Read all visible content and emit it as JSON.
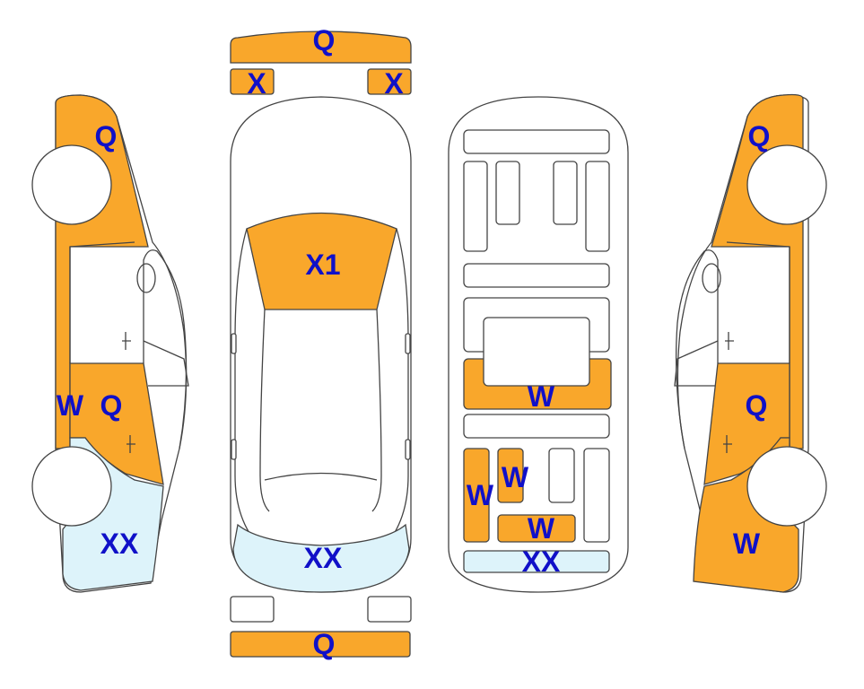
{
  "colors": {
    "damage": "#F9A72B",
    "glass_tint": "#DDF3FA",
    "outline": "#444444",
    "label": "#1010C8"
  },
  "labels": {
    "front_bumper": "Q",
    "left_headlight": "X",
    "right_headlight": "X",
    "windshield": "X1",
    "rear_window": "XX",
    "rear_bumper": "Q",
    "left_front_fender": "Q",
    "left_side_marker": "W",
    "left_rear_door": "Q",
    "left_rear_quarter": "XX",
    "right_front_fender": "Q",
    "right_rear_door": "Q",
    "right_rear_quarter": "W",
    "floor_center_panel": "W",
    "floor_left_rail": "W",
    "floor_small_panel": "W",
    "floor_rear_crossmember": "W",
    "floor_rear_panel": "XX"
  }
}
